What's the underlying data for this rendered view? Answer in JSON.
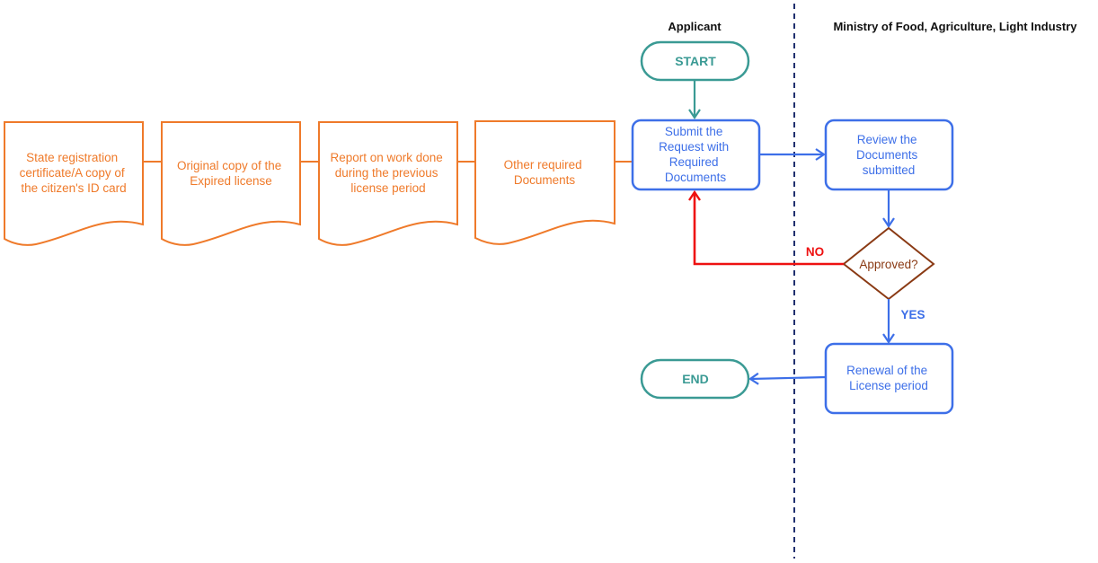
{
  "diagram": {
    "lanes": [
      {
        "title": "Applicant"
      },
      {
        "title": "Ministry of Food, Agriculture, Light Industry"
      }
    ],
    "documents": [
      {
        "lines": [
          "State registration",
          "certificate/A copy of",
          "the citizen's ID card"
        ]
      },
      {
        "lines": [
          "Original copy of the",
          "Expired license"
        ]
      },
      {
        "lines": [
          "Report on work done",
          "during the previous",
          "license period"
        ]
      },
      {
        "lines": [
          "Other required",
          "Documents"
        ]
      }
    ],
    "start": {
      "label": "START"
    },
    "end": {
      "label": "END"
    },
    "submit": {
      "lines": [
        "Submit the",
        "Request with",
        "Required",
        "Documents"
      ]
    },
    "review": {
      "lines": [
        "Review the",
        "Documents",
        "submitted"
      ]
    },
    "decision": {
      "label": "Approved?"
    },
    "renewal": {
      "lines": [
        "Renewal of the",
        "License period"
      ]
    },
    "edges": {
      "no_label": "NO",
      "yes_label": "YES"
    },
    "colors": {
      "document": "#ef7a2a",
      "process": "#3d6fe8",
      "terminal": "#3a9a94",
      "decision": "#8a3a14",
      "reject": "#ee1111",
      "lane_divider": "#1f2f6e"
    }
  }
}
